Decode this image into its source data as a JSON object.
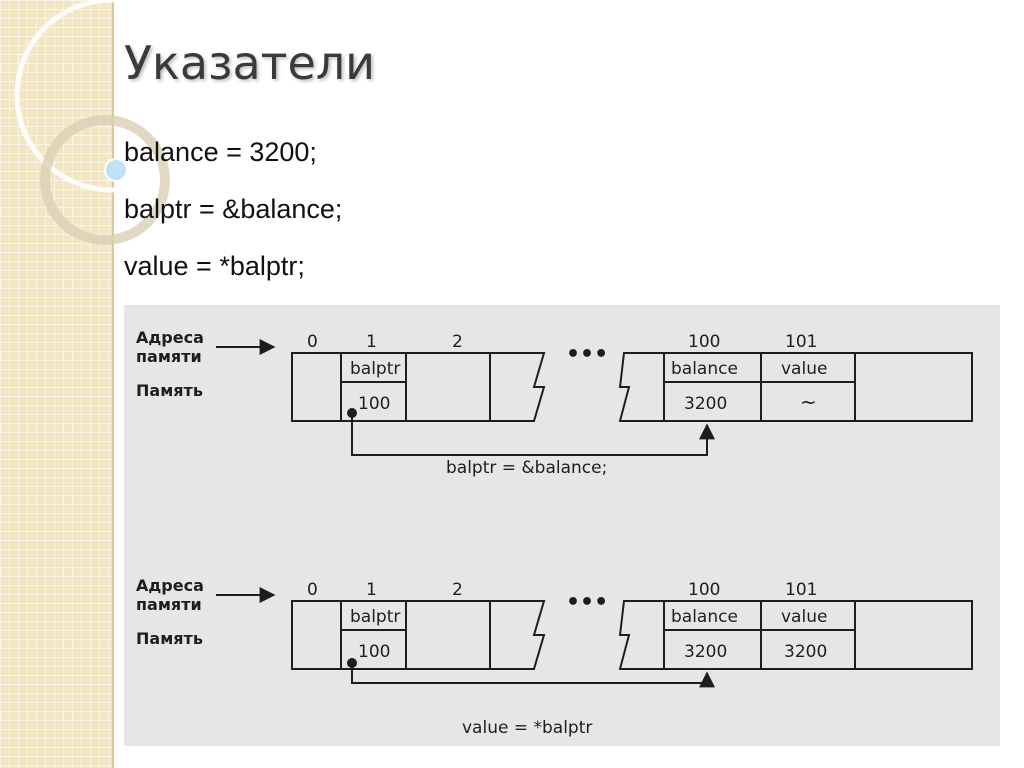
{
  "slide": {
    "title": "Указатели",
    "code_lines": [
      "balance = 3200;",
      "balptr = &balance;",
      "value = *balptr;"
    ]
  },
  "colors": {
    "band": "#f2e6c4",
    "title": "#3a3a3a",
    "scan_background": "#e6e6e6",
    "dot_highlight": "#bfe3f5"
  },
  "diagram_top": {
    "label_addresses": [
      "Адреса",
      "памяти"
    ],
    "label_memory": "Память",
    "addresses": [
      "0",
      "1",
      "2",
      "100",
      "101"
    ],
    "ellipsis": "•••",
    "cells_left": [
      "balptr",
      "100"
    ],
    "cells_right": {
      "balance": "balance",
      "balance_value": "3200",
      "value": "value",
      "value_value": "~"
    },
    "caption": "balptr = &balance;"
  },
  "diagram_bottom": {
    "label_addresses": [
      "Адреса",
      "памяти"
    ],
    "label_memory": "Память",
    "addresses": [
      "0",
      "1",
      "2",
      "100",
      "101"
    ],
    "ellipsis": "•••",
    "cells_left": [
      "balptr",
      "100"
    ],
    "cells_right": {
      "balance": "balance",
      "balance_value": "3200",
      "value": "value",
      "value_value": "3200"
    },
    "caption": "value = *balptr"
  }
}
